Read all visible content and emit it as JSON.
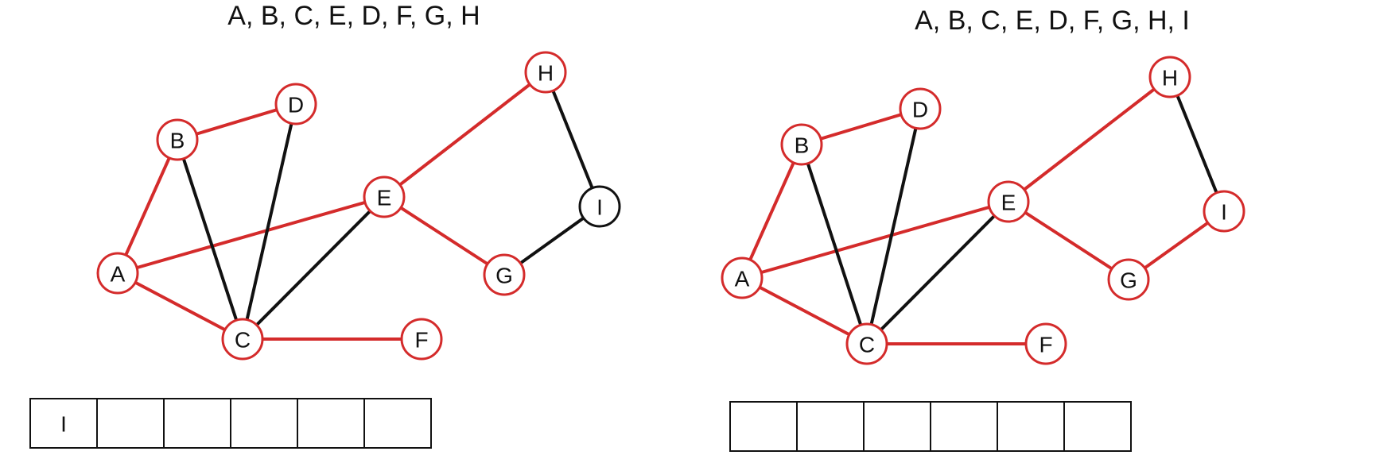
{
  "colors": {
    "visited": "#d42b2b",
    "unvisited": "#111111"
  },
  "panels": [
    {
      "title": "A, B, C, E, D, F, G, H",
      "nodes": [
        {
          "id": "A",
          "visited": true
        },
        {
          "id": "B",
          "visited": true
        },
        {
          "id": "C",
          "visited": true
        },
        {
          "id": "D",
          "visited": true
        },
        {
          "id": "E",
          "visited": true
        },
        {
          "id": "F",
          "visited": true
        },
        {
          "id": "G",
          "visited": true
        },
        {
          "id": "H",
          "visited": true
        },
        {
          "id": "I",
          "visited": false
        }
      ],
      "edges": [
        {
          "from": "A",
          "to": "B",
          "visited": true
        },
        {
          "from": "A",
          "to": "C",
          "visited": true
        },
        {
          "from": "A",
          "to": "E",
          "visited": true
        },
        {
          "from": "B",
          "to": "D",
          "visited": true
        },
        {
          "from": "B",
          "to": "C",
          "visited": false
        },
        {
          "from": "C",
          "to": "D",
          "visited": false
        },
        {
          "from": "C",
          "to": "E",
          "visited": false
        },
        {
          "from": "C",
          "to": "F",
          "visited": true
        },
        {
          "from": "E",
          "to": "H",
          "visited": true
        },
        {
          "from": "E",
          "to": "G",
          "visited": true
        },
        {
          "from": "H",
          "to": "I",
          "visited": false
        },
        {
          "from": "G",
          "to": "I",
          "visited": false
        }
      ],
      "queue": [
        "I",
        "",
        "",
        "",
        "",
        ""
      ]
    },
    {
      "title": "A, B, C, E, D, F, G, H, I",
      "nodes": [
        {
          "id": "A",
          "visited": true
        },
        {
          "id": "B",
          "visited": true
        },
        {
          "id": "C",
          "visited": true
        },
        {
          "id": "D",
          "visited": true
        },
        {
          "id": "E",
          "visited": true
        },
        {
          "id": "F",
          "visited": true
        },
        {
          "id": "G",
          "visited": true
        },
        {
          "id": "H",
          "visited": true
        },
        {
          "id": "I",
          "visited": true
        }
      ],
      "edges": [
        {
          "from": "A",
          "to": "B",
          "visited": true
        },
        {
          "from": "A",
          "to": "C",
          "visited": true
        },
        {
          "from": "A",
          "to": "E",
          "visited": true
        },
        {
          "from": "B",
          "to": "D",
          "visited": true
        },
        {
          "from": "B",
          "to": "C",
          "visited": false
        },
        {
          "from": "C",
          "to": "D",
          "visited": false
        },
        {
          "from": "C",
          "to": "E",
          "visited": false
        },
        {
          "from": "C",
          "to": "F",
          "visited": true
        },
        {
          "from": "E",
          "to": "H",
          "visited": true
        },
        {
          "from": "E",
          "to": "G",
          "visited": true
        },
        {
          "from": "H",
          "to": "I",
          "visited": false
        },
        {
          "from": "G",
          "to": "I",
          "visited": true
        }
      ],
      "queue": [
        "",
        "",
        "",
        "",
        "",
        ""
      ]
    }
  ]
}
